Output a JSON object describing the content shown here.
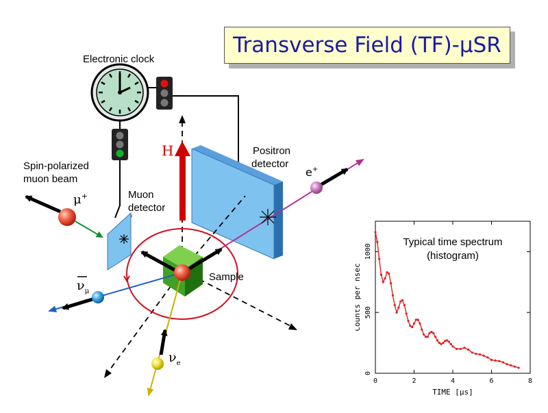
{
  "title": "Transverse Field (TF)-μSR",
  "labels": {
    "clock": "Electronic clock",
    "beam_line1": "Spin-polarized",
    "beam_line2": "muon beam",
    "muon_det_line1": "Muon",
    "muon_det_line2": "detector",
    "positron_line1": "Positron",
    "positron_line2": "detector",
    "sample": "Sample",
    "field": "H",
    "muon_symbol": "μ",
    "muon_sup": "+",
    "positron_symbol": "e",
    "positron_sup": "+",
    "nu_mu_symbol": "ν",
    "nu_mu_sub": "μ",
    "nu_e_symbol": "ν",
    "nu_e_sub": "e"
  },
  "chart_data": {
    "type": "line",
    "title": "Typical time spectrum",
    "subtitle": "(histogram)",
    "xlabel": "TIME [μs]",
    "ylabel": "Counts per nsec",
    "xlim": [
      0,
      8
    ],
    "ylim": [
      0,
      1250
    ],
    "xticks": [
      0,
      2,
      4,
      6,
      8
    ],
    "yticks": [
      0,
      500,
      1000
    ],
    "series_color": "#e02020",
    "x": [
      0.0,
      0.1,
      0.2,
      0.3,
      0.4,
      0.5,
      0.6,
      0.7,
      0.8,
      0.9,
      1.0,
      1.1,
      1.2,
      1.3,
      1.4,
      1.5,
      1.6,
      1.7,
      1.8,
      1.9,
      2.0,
      2.1,
      2.2,
      2.3,
      2.4,
      2.5,
      2.6,
      2.7,
      2.8,
      2.9,
      3.0,
      3.1,
      3.2,
      3.3,
      3.4,
      3.5,
      3.6,
      3.7,
      3.8,
      3.9,
      4.0,
      4.2,
      4.4,
      4.6,
      4.8,
      5.0,
      5.2,
      5.4,
      5.6,
      5.8,
      6.0,
      6.2,
      6.4,
      6.6,
      6.8,
      7.0,
      7.2,
      7.4
    ],
    "y": [
      1160,
      1080,
      940,
      810,
      750,
      780,
      830,
      820,
      740,
      640,
      560,
      500,
      540,
      590,
      600,
      560,
      490,
      430,
      390,
      380,
      410,
      440,
      440,
      410,
      360,
      320,
      300,
      300,
      330,
      340,
      330,
      300,
      270,
      250,
      240,
      250,
      265,
      270,
      260,
      240,
      220,
      200,
      200,
      210,
      195,
      170,
      160,
      155,
      145,
      130,
      110,
      105,
      100,
      90,
      75,
      65,
      55,
      45
    ]
  }
}
